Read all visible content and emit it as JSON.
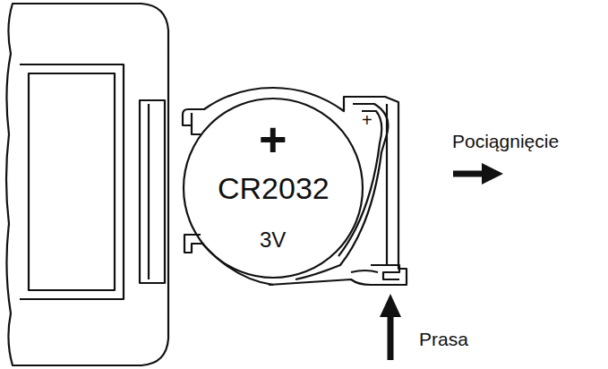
{
  "diagram": {
    "nodes": [
      {
        "text": [
          "+",
          "CR2032",
          "3V"
        ]
      }
    ],
    "labels": [
      "+",
      "Pociągnięcie",
      "Prasa"
    ]
  }
}
